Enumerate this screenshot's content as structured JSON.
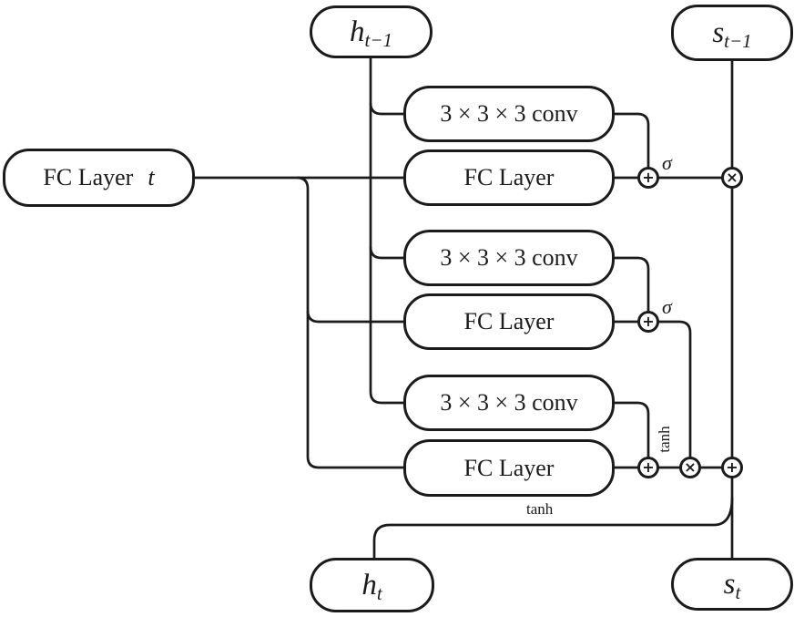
{
  "colors": {
    "ink": "#1b1b1b",
    "background": "#ffffff"
  },
  "nodes": {
    "h_prev": {
      "base": "h",
      "sub": "t−1"
    },
    "s_prev": {
      "base": "s",
      "sub": "t−1"
    },
    "fc_t": {
      "label": "FC Layer",
      "var": "t"
    },
    "conv1": {
      "label": "3 × 3 × 3 conv"
    },
    "fc1": {
      "label": "FC Layer"
    },
    "conv2": {
      "label": "3 × 3 × 3 conv"
    },
    "fc2": {
      "label": "FC Layer"
    },
    "conv3": {
      "label": "3 × 3 × 3 conv"
    },
    "fc3": {
      "label": "FC Layer"
    },
    "h_out": {
      "base": "h",
      "sub": "t"
    },
    "s_out": {
      "base": "s",
      "sub": "t"
    }
  },
  "operators": {
    "plus": "+",
    "times": "×"
  },
  "labels": {
    "sigma1": "σ",
    "sigma2": "σ",
    "tanh_vertical": "tanh",
    "tanh_output": "tanh"
  }
}
